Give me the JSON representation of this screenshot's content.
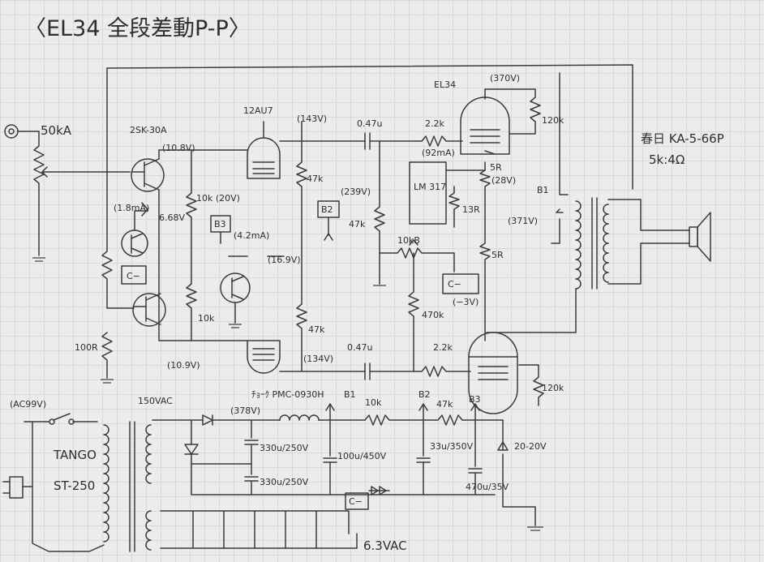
{
  "title": "〈EL34 全段差動P-P〉",
  "labels": {
    "tube_el34": "EL34",
    "el34_plate_v": "(370V)",
    "tube_12au7": "12AU7",
    "v_143": "(143V)",
    "cap_top": "0.47u",
    "r_22k_top": "2.2k",
    "cur_92ma": "(92mA)",
    "r_120k_top": "120k",
    "r_5r_top": "5R",
    "v_28": "(28V)",
    "jfet": "2SK-30A",
    "v_108": "(10.8V)",
    "v_input": "50kA",
    "cur_18ma": "(1.8mA)",
    "v_668": "6.68V",
    "r_10k_20v": "10k (20V)",
    "b3_mid": "B3",
    "cur_42ma": "(4.2mA)",
    "r_47k_top": "47k",
    "v_239": "(239V)",
    "b2_mid": "B2",
    "r_47k_lm": "47k",
    "lm317": "LM 317",
    "r_13r": "13R",
    "b1_top": "B1",
    "v_371": "(371V)",
    "r_10kb": "10kB",
    "v_169": "(16.9V)",
    "c_minus_left": "C−",
    "c_minus_mid": "C−",
    "v_m3": "(−3V)",
    "r_470k": "470k",
    "r_5r_bot": "5R",
    "r_10k": "10k",
    "r_100r": "100R",
    "r_47k_bot": "47k",
    "v_109": "(10.9V)",
    "cap_bot": "0.47u",
    "v_134": "(134V)",
    "r_22k_bot": "2.2k",
    "r_120k_bot": "120k",
    "spk_model": "春日 KA-5-66P",
    "spk_imp": "5k:4Ω",
    "ac_99v": "(AC99V)",
    "ac_150": "150VAC",
    "transformer_name": "TANGO",
    "transformer_model": "ST-250",
    "v_378": "(378V)",
    "choke": "ﾁｮｰｸ PMC-0930H",
    "b1_ps": "B1",
    "r_10k_ps": "10k",
    "b2_ps": "B2",
    "r_47k_ps": "47k",
    "b3_ps": "B3",
    "cap_330_1": "330u/250V",
    "cap_330_2": "330u/250V",
    "cap_100": "100u/450V",
    "cap_33": "33u/350V",
    "cap_470": "470u/35V",
    "zener": "20-20V",
    "c_minus_ps": "C−",
    "ac_63": "6.3VAC"
  }
}
